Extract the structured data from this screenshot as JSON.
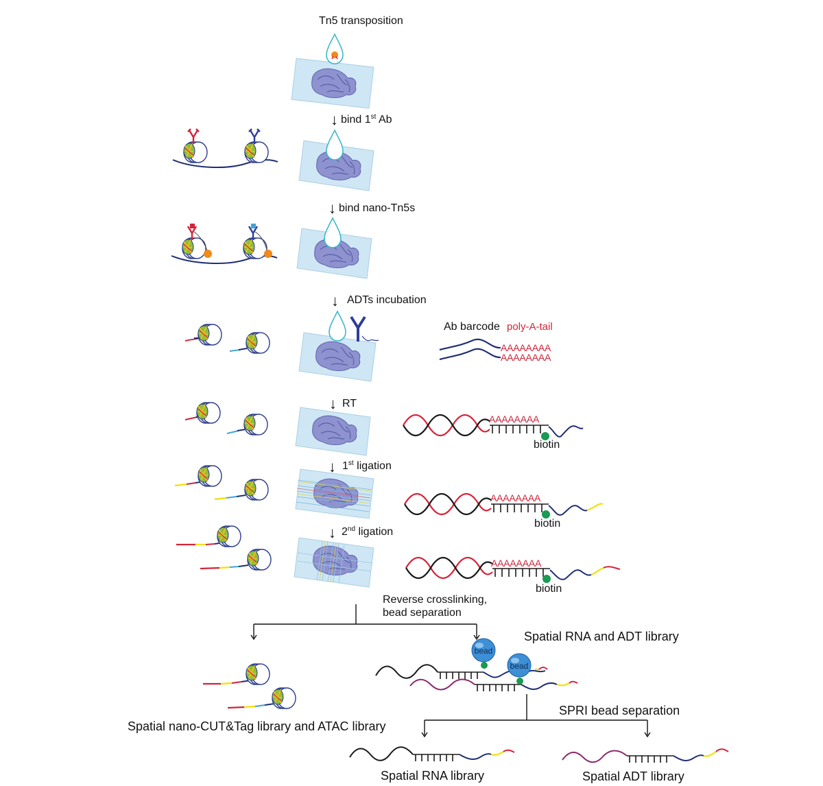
{
  "colors": {
    "slide": "#cfe6f4",
    "slide_edge": "#a9cfe6",
    "tissue": "#7b7fc6",
    "drop": "#3fb8c9",
    "strand_blue": "#1f2e73",
    "strand_red": "#d8243a",
    "strand_black": "#1a1a1a",
    "strand_purple": "#8b2a6b",
    "barcode_yellow": "#f2e21a",
    "biotin_green": "#1a9a52",
    "bead_blue": "#3d8fd6",
    "tn5_orange": "#f08a1c",
    "ab_red": "#d0243a",
    "ab_blue": "#2d3e9a"
  },
  "steps": [
    {
      "id": "tn5",
      "label": "Tn5 transposition",
      "sup": "",
      "suffix": ""
    },
    {
      "id": "ab1",
      "label": "bind 1",
      "sup": "st",
      "suffix": " Ab"
    },
    {
      "id": "nano",
      "label": "bind nano-Tn5s",
      "sup": "",
      "suffix": ""
    },
    {
      "id": "adt",
      "label": "ADTs incubation",
      "sup": "",
      "suffix": ""
    },
    {
      "id": "rt",
      "label": "RT",
      "sup": "",
      "suffix": ""
    },
    {
      "id": "lig1",
      "label": "1",
      "sup": "st",
      "suffix": " ligation"
    },
    {
      "id": "lig2",
      "label": "2",
      "sup": "nd",
      "suffix": " ligation"
    }
  ],
  "adt_legend": {
    "ab_barcode": "Ab barcode",
    "poly_a_tail": "poly-A-tail",
    "poly_a_seq": "AAAAAAAA"
  },
  "biotin_label": "biotin",
  "bead_label": "bead",
  "split": {
    "line1": "Reverse crosslinking,",
    "line2": "bead separation"
  },
  "libraries": {
    "spatial_rna_adt": "Spatial RNA and ADT library",
    "spatial_cut_atac": "Spatial nano-CUT&Tag library and ATAC library",
    "spri": "SPRI bead separation",
    "spatial_rna": "Spatial RNA library",
    "spatial_adt": "Spatial ADT library"
  }
}
